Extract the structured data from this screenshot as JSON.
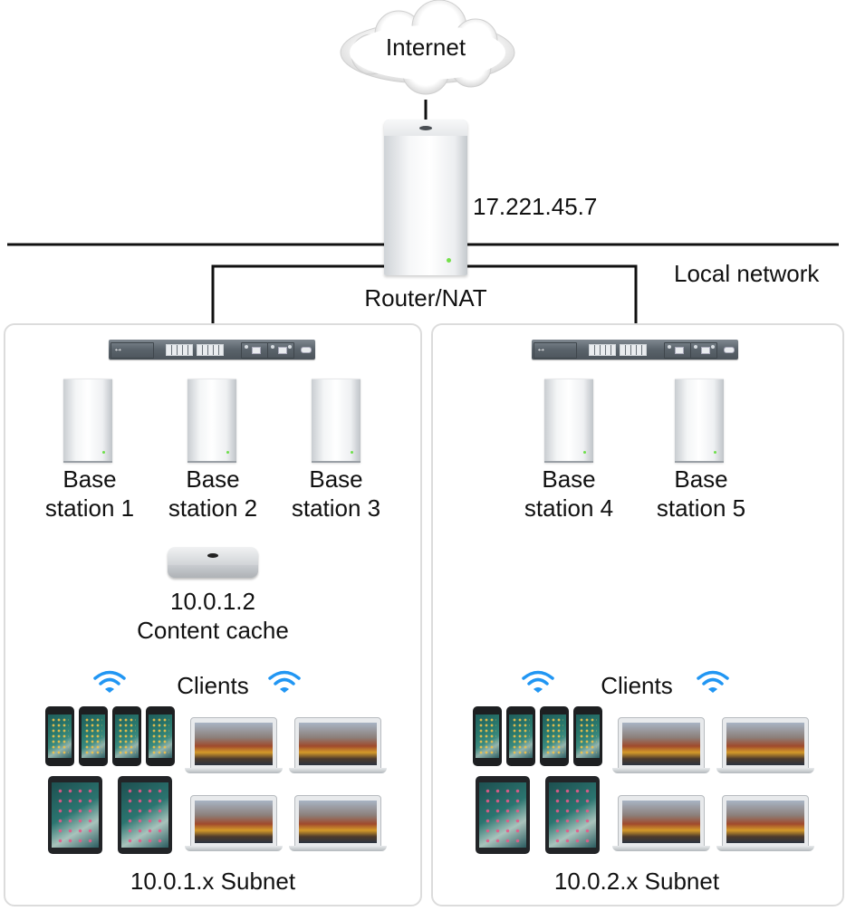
{
  "diagram": {
    "internet": {
      "label": "Internet"
    },
    "router": {
      "label": "Router/NAT",
      "public_ip": "17.221.45.7",
      "led_color": "#74e04a"
    },
    "local_network": {
      "label": "Local network"
    },
    "wifi_color": "#2196f3",
    "subnets": [
      {
        "name": "10.0.1.x Subnet",
        "base_stations": [
          {
            "label_line1": "Base",
            "label_line2": "station 1"
          },
          {
            "label_line1": "Base",
            "label_line2": "station 2"
          },
          {
            "label_line1": "Base",
            "label_line2": "station 3"
          }
        ],
        "content_cache": {
          "ip": "10.0.1.2",
          "label": "Content cache"
        },
        "clients_label": "Clients",
        "clients": {
          "iphones": 4,
          "ipads": 2,
          "macbooks": 4
        }
      },
      {
        "name": "10.0.2.x Subnet",
        "base_stations": [
          {
            "label_line1": "Base",
            "label_line2": "station 4"
          },
          {
            "label_line1": "Base",
            "label_line2": "station 5"
          }
        ],
        "clients_label": "Clients",
        "clients": {
          "iphones": 4,
          "ipads": 2,
          "macbooks": 4
        }
      }
    ]
  }
}
